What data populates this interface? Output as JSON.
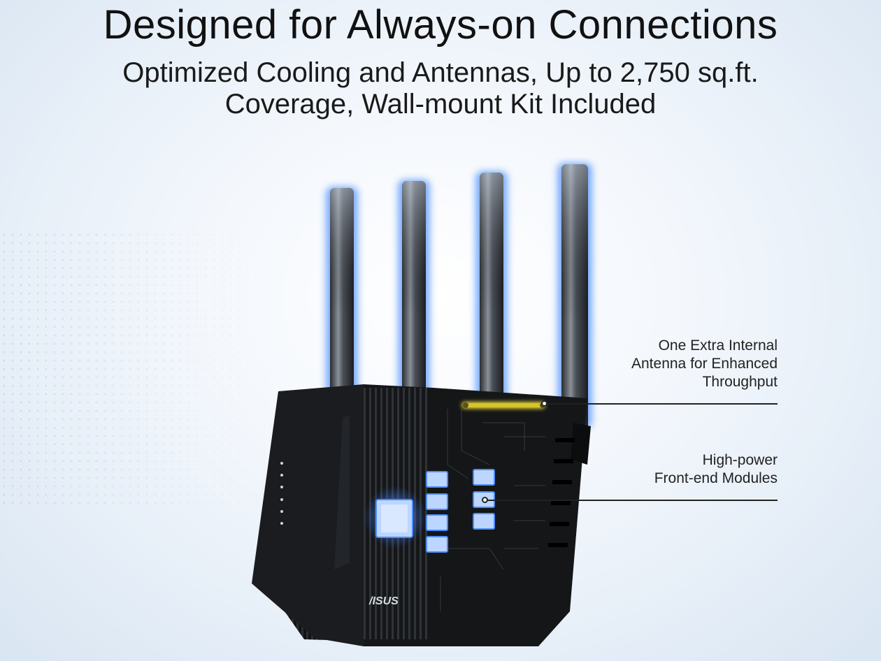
{
  "heading": {
    "title": "Designed for Always-on Connections",
    "subtitle_line1": "Optimized Cooling and Antennas, Up to 2,750 sq.ft.",
    "subtitle_line2": "Coverage, Wall-mount Kit Included"
  },
  "callouts": {
    "antenna": {
      "line1": "One Extra Internal",
      "line2": "Antenna for Enhanced",
      "line3": "Throughput"
    },
    "fem": {
      "line1": "High-power",
      "line2": "Front-end Modules"
    }
  },
  "router": {
    "brand": "/ISUS",
    "body_color": "#141618",
    "glow_color": "#3f8cff",
    "internal_antenna_color": "#f2e23a"
  }
}
